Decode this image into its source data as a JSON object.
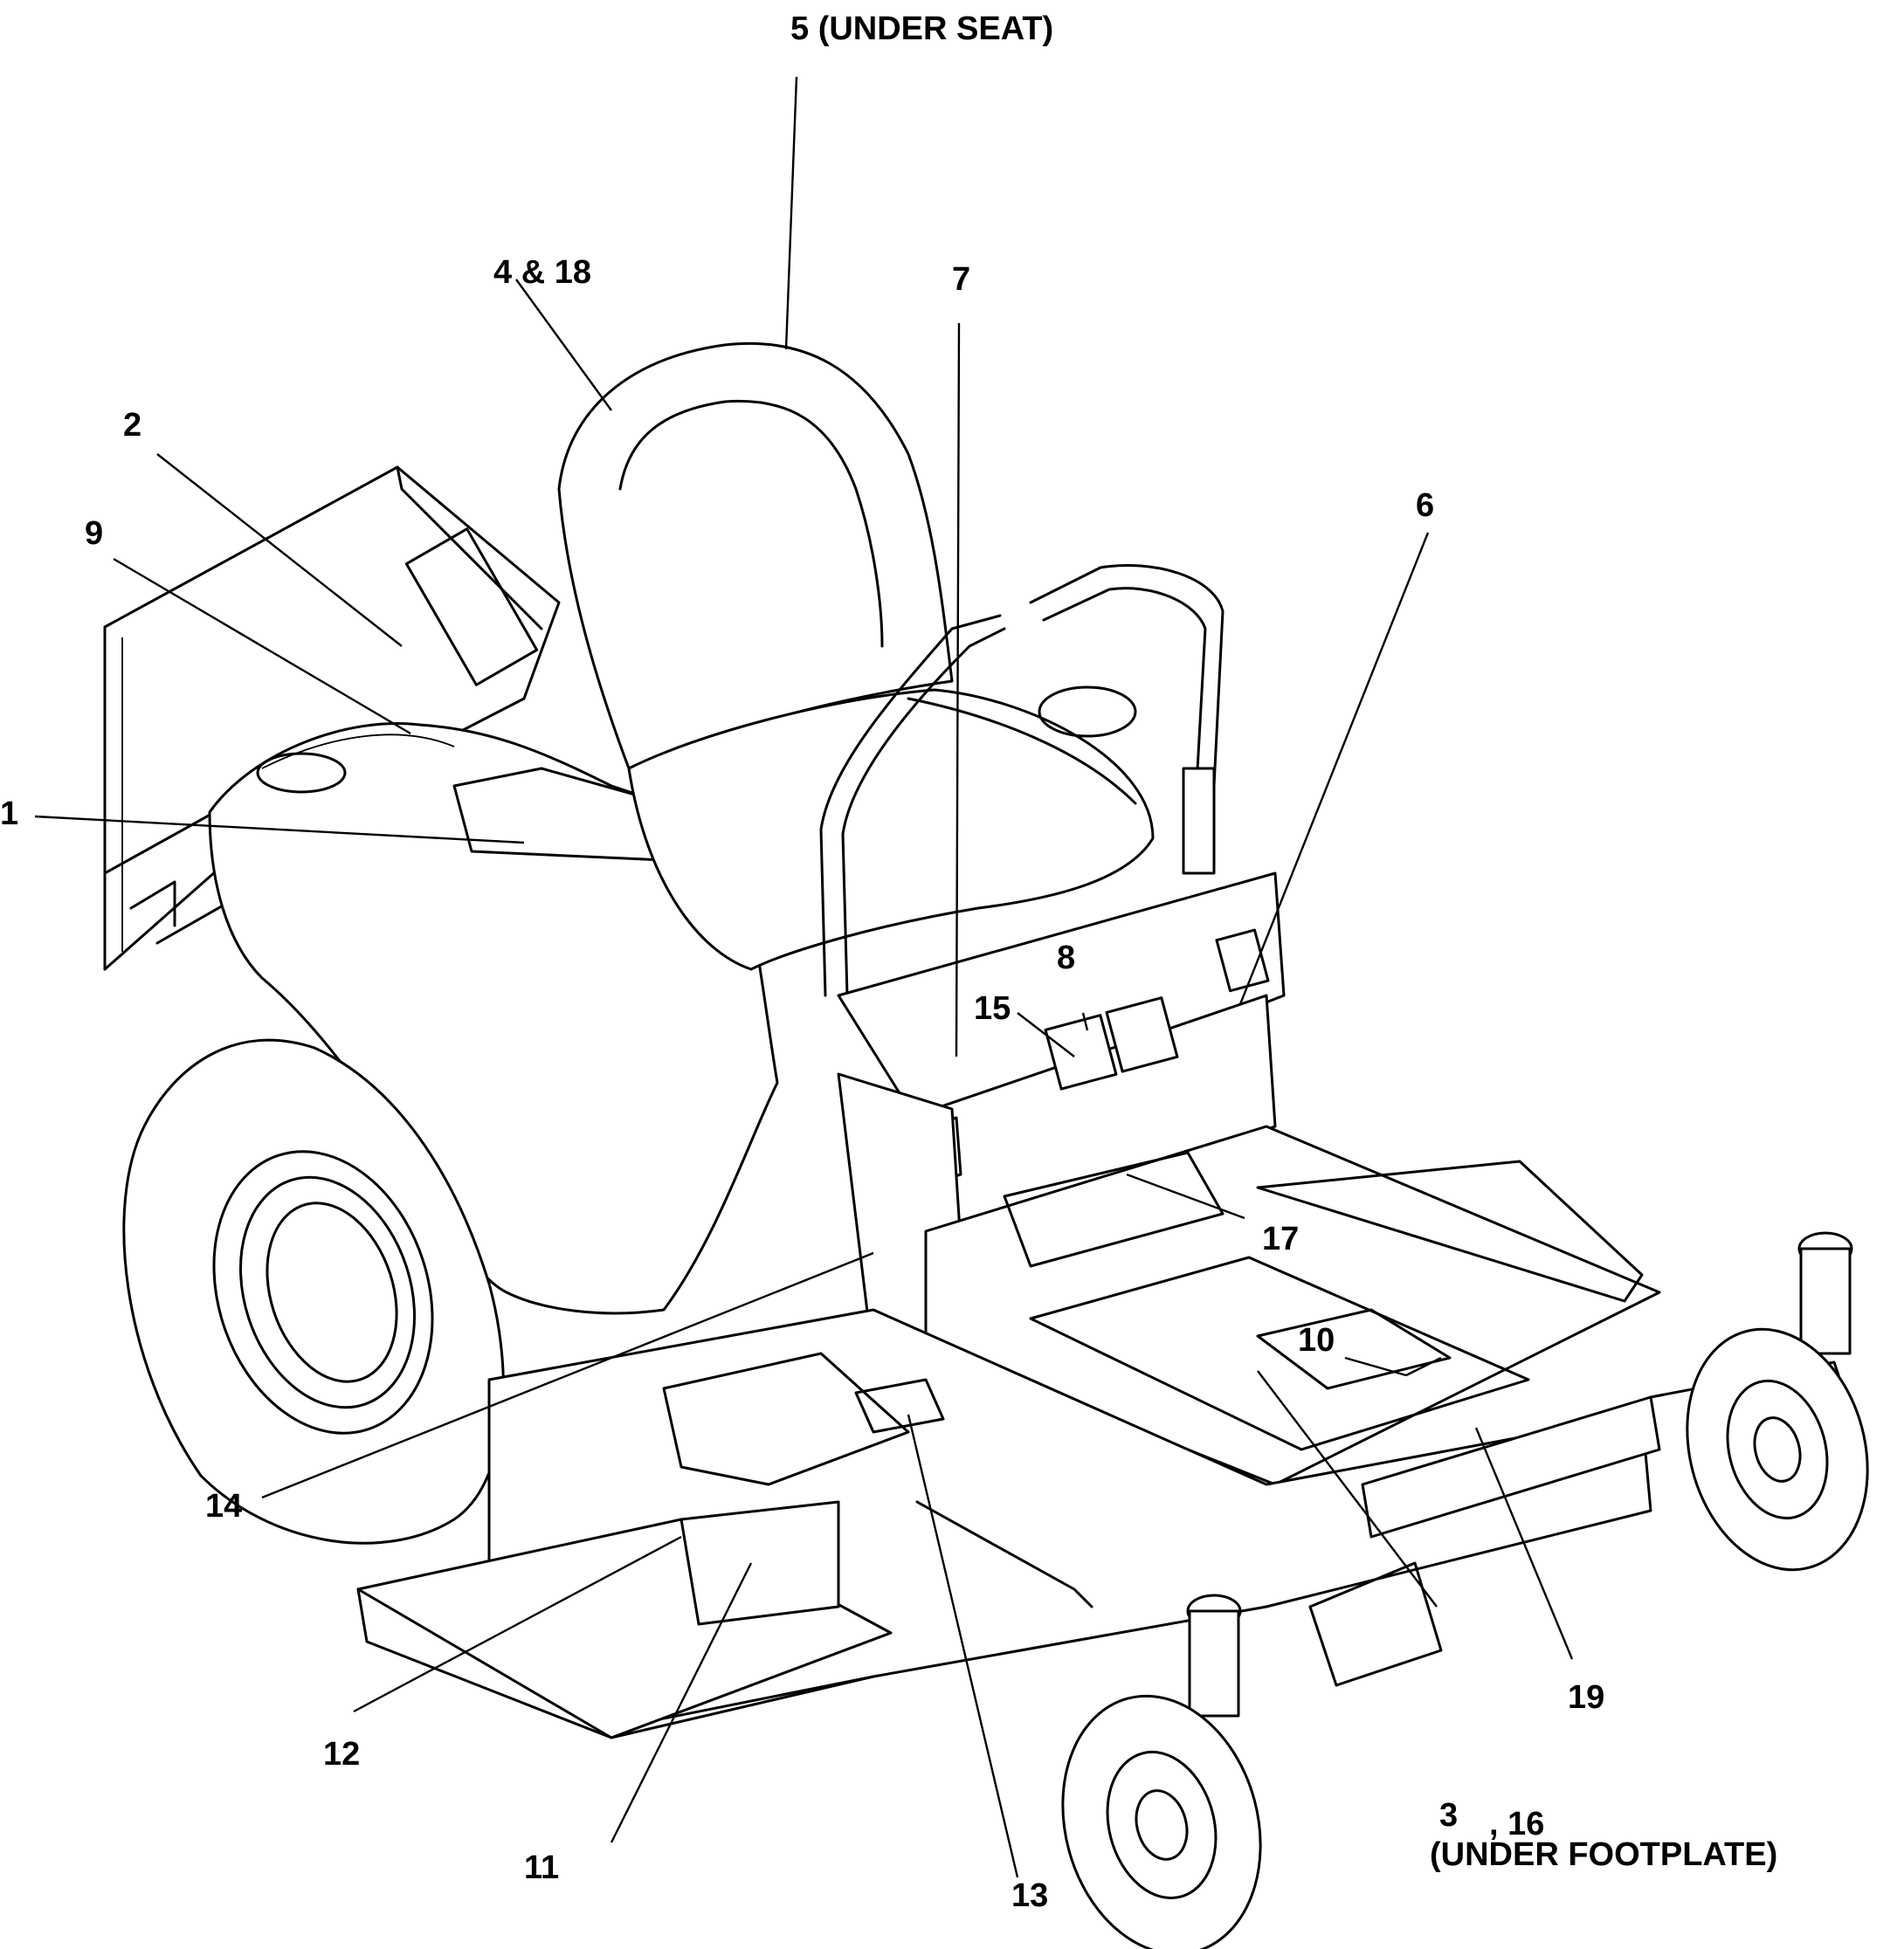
{
  "labels": {
    "l1": "1",
    "l2": "2",
    "l3": "3",
    "l3b": ", 16",
    "l3c": "(UNDER FOOTPLATE)",
    "l4": "4 & 18",
    "l5": "5 (UNDER SEAT)",
    "l6": "6",
    "l7": "7",
    "l8": "8",
    "l9": "9",
    "l10": "10",
    "l11": "11",
    "l12": "12",
    "l13": "13",
    "l14": "14",
    "l15": "15",
    "l17": "17",
    "l19": "19"
  }
}
